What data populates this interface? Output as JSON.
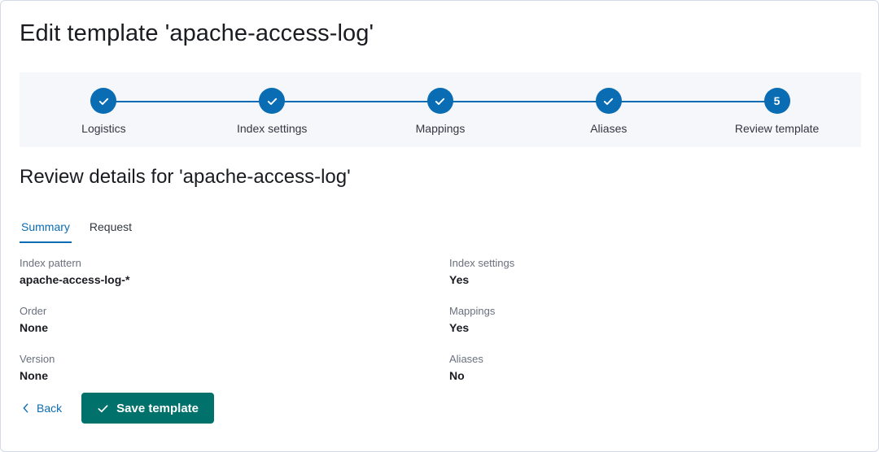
{
  "header": {
    "title": "Edit template 'apache-access-log'"
  },
  "stepper": {
    "steps": [
      {
        "label": "Logistics",
        "marker": "check",
        "state": "complete"
      },
      {
        "label": "Index settings",
        "marker": "check",
        "state": "complete"
      },
      {
        "label": "Mappings",
        "marker": "check",
        "state": "complete"
      },
      {
        "label": "Aliases",
        "marker": "check",
        "state": "complete"
      },
      {
        "label": "Review template",
        "marker": "5",
        "state": "current"
      }
    ]
  },
  "review": {
    "title": "Review details for 'apache-access-log'",
    "tabs": [
      {
        "label": "Summary",
        "active": true
      },
      {
        "label": "Request",
        "active": false
      }
    ],
    "fields_left": [
      {
        "label": "Index pattern",
        "value": "apache-access-log-*"
      },
      {
        "label": "Order",
        "value": "None"
      },
      {
        "label": "Version",
        "value": "None"
      }
    ],
    "fields_right": [
      {
        "label": "Index settings",
        "value": "Yes"
      },
      {
        "label": "Mappings",
        "value": "Yes"
      },
      {
        "label": "Aliases",
        "value": "No"
      }
    ]
  },
  "actions": {
    "back_label": "Back",
    "save_label": "Save template"
  },
  "colors": {
    "step_blue": "#0A6DB4",
    "link_blue": "#0A6DB4",
    "save_teal": "#00726B",
    "panel_bg": "#F5F7FA",
    "border": "#D3DAE6"
  }
}
